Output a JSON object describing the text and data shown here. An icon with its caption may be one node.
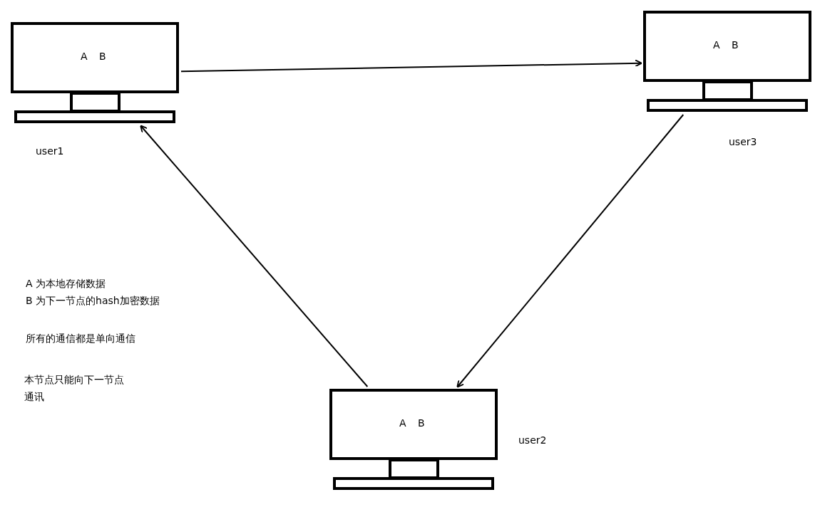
{
  "diagram": {
    "nodes": [
      {
        "text": [
          "A B"
        ],
        "beside": [
          "user1"
        ]
      },
      {
        "text": [
          "A B"
        ],
        "beside": [
          "user3"
        ]
      },
      {
        "text": [
          "A B"
        ],
        "beside": [
          "user2"
        ]
      }
    ],
    "edges": [
      {
        "from": 0,
        "to": 1,
        "arrow": "to"
      },
      {
        "from": 1,
        "to": 2,
        "arrow": "to"
      },
      {
        "from": 2,
        "to": 0,
        "arrow": "to"
      }
    ],
    "labels": [
      "A 为本地存储数据",
      "B 为下一节点的hash加密数据",
      "所有的通信都是单向通信",
      "本节点只能向下一节点通讯"
    ]
  }
}
